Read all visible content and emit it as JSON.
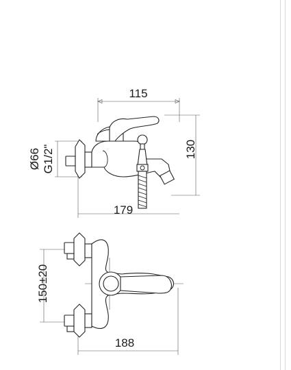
{
  "side_view": {
    "width_top": "115",
    "height_right": "130",
    "flange_diameter": "Ø66",
    "thread_size": "G1/2\"",
    "depth_bottom": "179"
  },
  "top_view": {
    "centers_left": "150±20",
    "width_bottom": "188"
  }
}
